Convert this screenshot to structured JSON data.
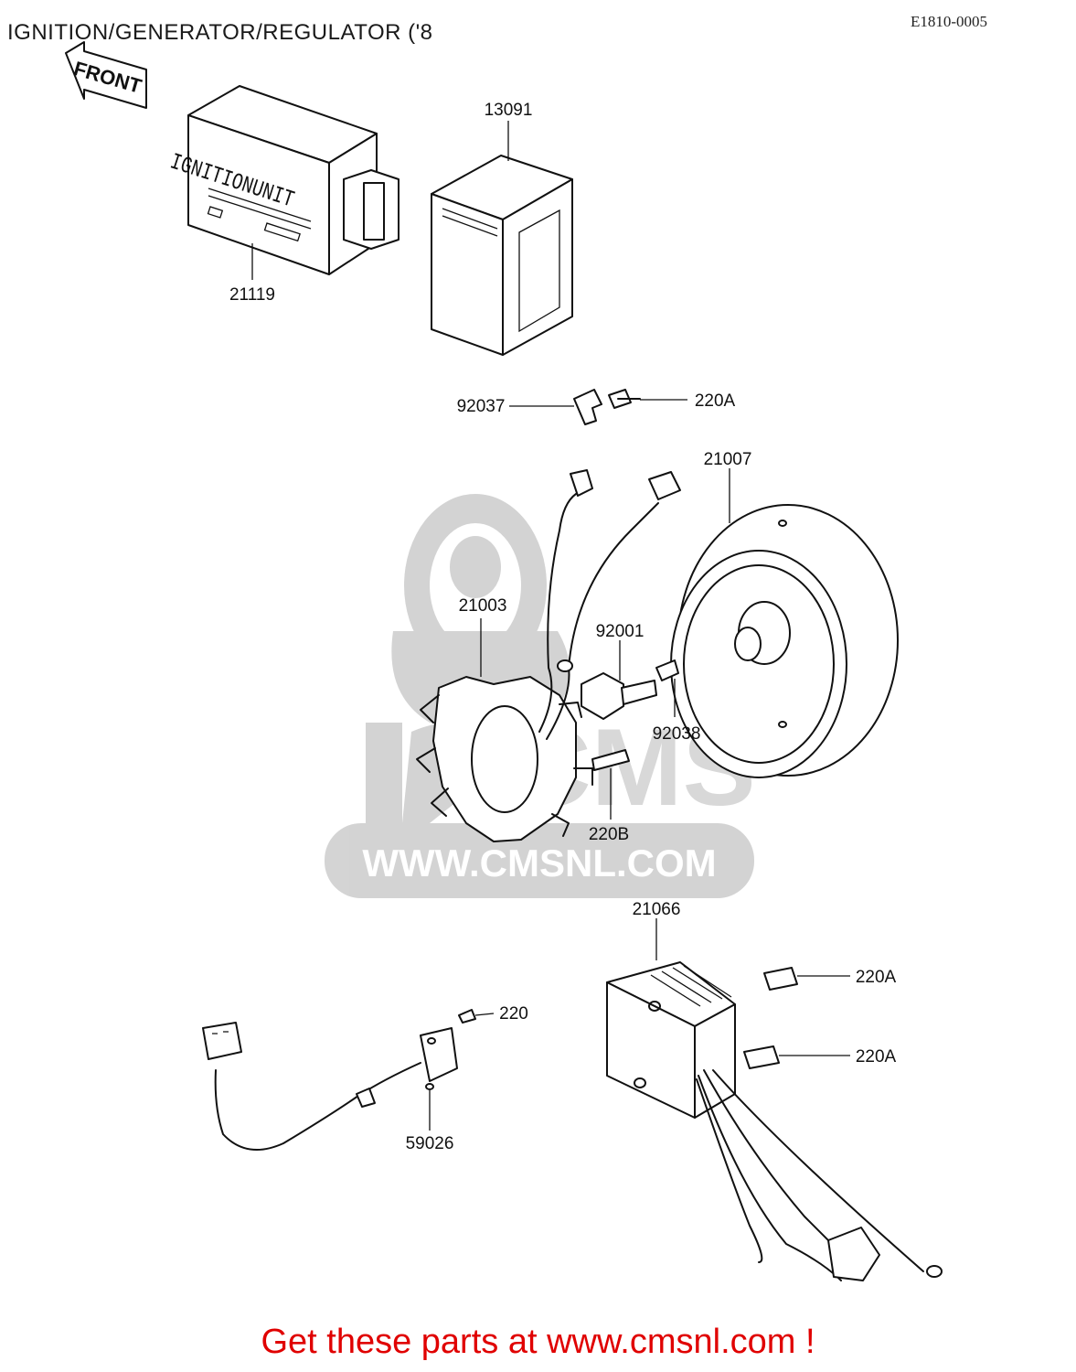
{
  "title": "IGNITION/GENERATOR/REGULATOR ('8",
  "diagram_code": "E1810-0005",
  "front_arrow_text": "FRONT",
  "ignition_unit_text": "IGNITIONUNIT",
  "watermark_text": "WWW.CMSNL.COM",
  "footer": "Get these parts at www.cmsnl.com !",
  "parts": {
    "p13091": "13091",
    "p21119": "21119",
    "p92037": "92037",
    "p220A_top": "220A",
    "p21007": "21007",
    "p21003": "21003",
    "p92001": "92001",
    "p92038": "92038",
    "p220B": "220B",
    "p21066": "21066",
    "p220A_mid": "220A",
    "p220A_low": "220A",
    "p220": "220",
    "p59026": "59026"
  }
}
